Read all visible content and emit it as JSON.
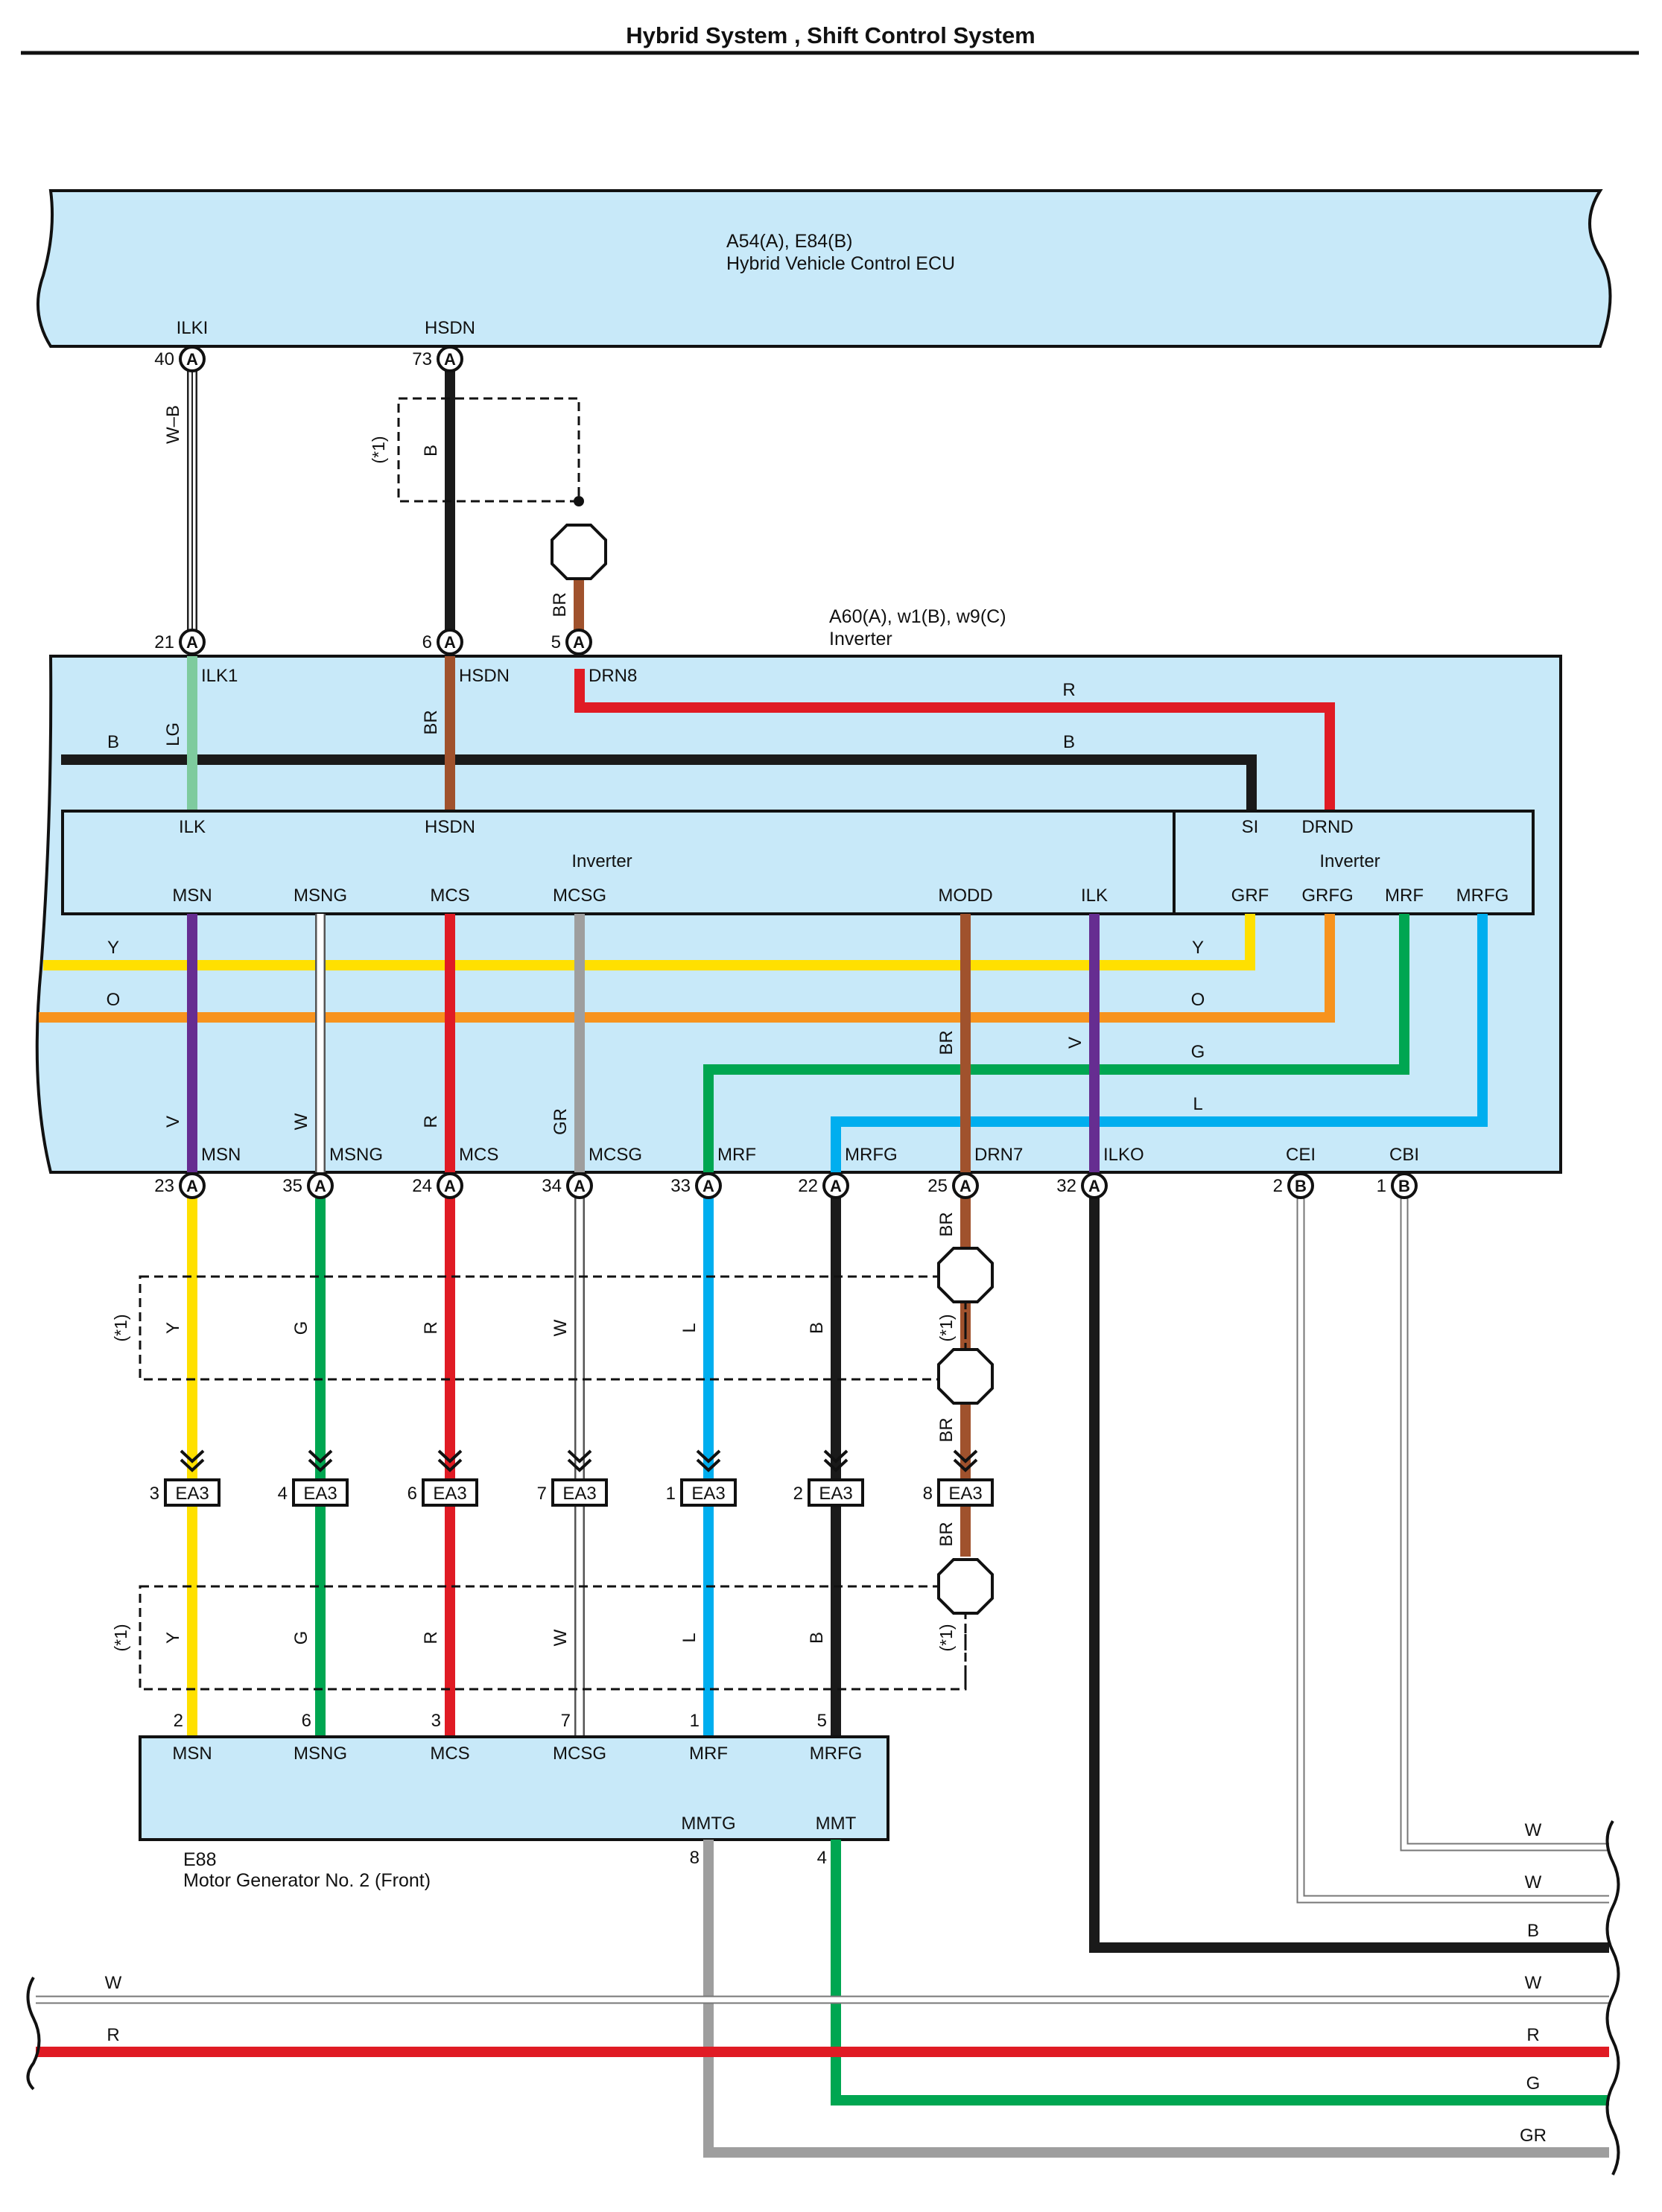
{
  "header": {
    "title": "Hybrid System , Shift Control System"
  },
  "ecu": {
    "code": "A54(A), E84(B)",
    "name": "Hybrid Vehicle Control ECU",
    "t1": "ILKI",
    "t2": "HSDN"
  },
  "inverter": {
    "code": "A60(A), w1(B), w9(C)",
    "name": "Inverter",
    "top_terms": {
      "ilk1": "ILK1",
      "hsdn": "HSDN",
      "drn8": "DRN8"
    },
    "mid_terms": {
      "ilk": "ILK",
      "hsdn": "HSDN",
      "si": "SI",
      "drnd": "DRND"
    },
    "sub_left_name": "Inverter",
    "sub_right_name": "Inverter",
    "sub_left_terms": {
      "msn": "MSN",
      "msng": "MSNG",
      "mcs": "MCS",
      "mcsg": "MCSG",
      "modd": "MODD",
      "ilk": "ILK"
    },
    "sub_right_terms": {
      "grf": "GRF",
      "grfg": "GRFG",
      "mrf": "MRF",
      "mrfg": "MRFG"
    },
    "bottom_terms": {
      "msn": "MSN",
      "msng": "MSNG",
      "mcs": "MCS",
      "mcsg": "MCSG",
      "mrf": "MRF",
      "mrfg": "MRFG",
      "drn7": "DRN7",
      "ilko": "ILKO",
      "cei": "CEI",
      "cbi": "CBI"
    }
  },
  "motor": {
    "code": "E88",
    "name": "Motor Generator No. 2 (Front)",
    "terms": {
      "msn": "MSN",
      "msng": "MSNG",
      "mcs": "MCS",
      "mcsg": "MCSG",
      "mrf": "MRF",
      "mrfg": "MRFG",
      "mmtg": "MMTG",
      "mmt": "MMT"
    }
  },
  "connector_letters": {
    "a": "A",
    "b": "B"
  },
  "pins": {
    "ecu_ilki": "40",
    "ecu_hsdn": "73",
    "inv_21": "21",
    "inv_6": "6",
    "inv_5": "5",
    "inv_23": "23",
    "inv_35": "35",
    "inv_24": "24",
    "inv_34": "34",
    "inv_33": "33",
    "inv_22": "22",
    "inv_25": "25",
    "inv_32": "32",
    "inv_cei": "2",
    "inv_cbi": "1",
    "mg_2": "2",
    "mg_6": "6",
    "mg_3": "3",
    "mg_7": "7",
    "mg_1": "1",
    "mg_5": "5",
    "mg_8": "8",
    "mg_4": "4"
  },
  "ea3": {
    "label": "EA3",
    "pins": [
      "3",
      "4",
      "6",
      "7",
      "1",
      "2",
      "8"
    ]
  },
  "note": "(*1)",
  "wire_colors": {
    "wb": "W–B",
    "b": "B",
    "br": "BR",
    "lg": "LG",
    "r": "R",
    "y": "Y",
    "o": "O",
    "g": "G",
    "l": "L",
    "v": "V",
    "w": "W",
    "gr": "GR"
  },
  "right_edge_labels": [
    "W",
    "W",
    "B",
    "W",
    "R",
    "G",
    "GR"
  ],
  "left_edge_labels": [
    "W",
    "R"
  ],
  "colors": {
    "panel": "#c8e9f9",
    "black": "#1a1a1a",
    "red": "#e01b24",
    "yellow": "#ffe000",
    "orange": "#f7931e",
    "green": "#00a651",
    "blue": "#00aeef",
    "violet": "#662d91",
    "brown": "#a0522d",
    "gray": "#9e9e9e",
    "lightgreen": "#7ecb9e"
  }
}
